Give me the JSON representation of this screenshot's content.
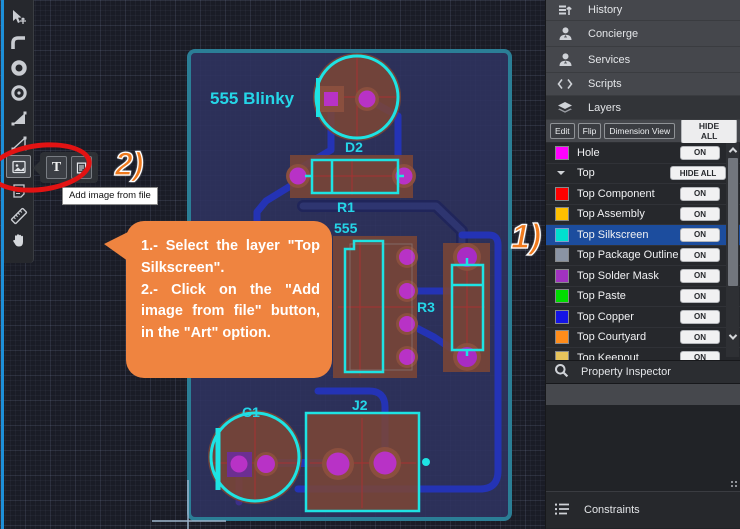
{
  "pcb": {
    "board_title": "555 Blinky",
    "components": [
      {
        "ref": "D2"
      },
      {
        "ref": "R1"
      },
      {
        "ref": "555"
      },
      {
        "ref": "R3"
      },
      {
        "ref": "C1"
      },
      {
        "ref": "J2"
      }
    ],
    "colors": {
      "silkscreen": "#1ee3e3",
      "copper": "#7b4536",
      "pad_core": "#b832c6",
      "trace": "#2433b5",
      "board_outline": "#2b7e96",
      "board_fill": "#2c2f5c"
    }
  },
  "toolbar": {
    "flyout": {
      "text_tool_label": "T"
    },
    "tooltip": "Add image from file"
  },
  "annotations": {
    "step1_label": "1)",
    "step2_label": "2)",
    "callout_line1": "1.- Select the layer \"Top Silkscreen\".",
    "callout_line2": "2.- Click on the \"Add image from file\" button, in the \"Art\" option.",
    "callout_color": "#ef8440",
    "circle_color": "#e31313"
  },
  "sidebar": {
    "panels": [
      {
        "label": "History"
      },
      {
        "label": "Concierge"
      },
      {
        "label": "Services"
      },
      {
        "label": "Scripts"
      },
      {
        "label": "Layers"
      }
    ],
    "layers_toolbar": {
      "edit": "Edit",
      "flip": "Flip",
      "dimension_view": "Dimension View",
      "hide_all": "HIDE ALL"
    },
    "layers": {
      "items": [
        {
          "label": "Hole",
          "color": "#ff00ff",
          "button": "ON"
        },
        {
          "label": "Top",
          "group": true,
          "button": "HIDE ALL"
        },
        {
          "label": "Top Component",
          "color": "#ff0000",
          "button": "ON"
        },
        {
          "label": "Top Assembly",
          "color": "#ffc000",
          "button": "ON"
        },
        {
          "label": "Top Silkscreen",
          "color": "#00e0cf",
          "button": "ON",
          "selected": true
        },
        {
          "label": "Top Package Outline",
          "color": "#8a94a4",
          "button": "ON"
        },
        {
          "label": "Top Solder Mask",
          "color": "#a232c0",
          "button": "ON"
        },
        {
          "label": "Top Paste",
          "color": "#00dd00",
          "button": "ON"
        },
        {
          "label": "Top Copper",
          "color": "#1414e6",
          "button": "ON"
        },
        {
          "label": "Top Courtyard",
          "color": "#ff8c1a",
          "button": "ON"
        },
        {
          "label": "Top Keepout",
          "color": "#e6c35c",
          "button": "ON"
        }
      ]
    },
    "property_inspector_label": "Property Inspector",
    "constraints_label": "Constraints"
  }
}
